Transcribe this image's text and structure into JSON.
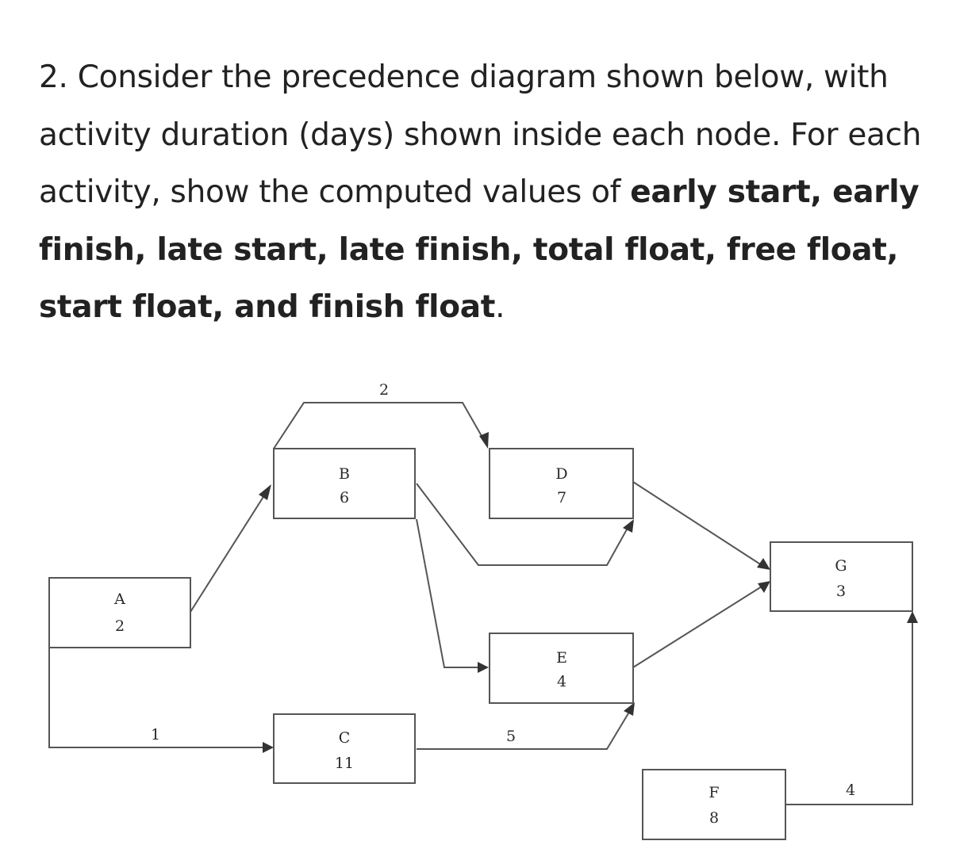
{
  "question": {
    "intro": "2. Consider the precedence diagram shown below, with activity duration (days) shown inside each node. For each activity, show the computed values of ",
    "bold_1": "early start, early finish, late start, late finish, total float, free float, start float, and finish float",
    "end": "."
  },
  "diagram": {
    "nodes": [
      {
        "id": "A",
        "label": "A",
        "duration": "2"
      },
      {
        "id": "B",
        "label": "B",
        "duration": "6"
      },
      {
        "id": "C",
        "label": "C",
        "duration": "11"
      },
      {
        "id": "D",
        "label": "D",
        "duration": "7"
      },
      {
        "id": "E",
        "label": "E",
        "duration": "4"
      },
      {
        "id": "F",
        "label": "F",
        "duration": "8"
      },
      {
        "id": "G",
        "label": "G",
        "duration": "3"
      }
    ],
    "links": [
      {
        "from": "A",
        "to": "B",
        "lag": ""
      },
      {
        "from": "A",
        "to": "C",
        "lag": "1"
      },
      {
        "from": "B",
        "to": "D",
        "lag": "2"
      },
      {
        "from": "B",
        "to": "D",
        "lag": ""
      },
      {
        "from": "B",
        "to": "E",
        "lag": ""
      },
      {
        "from": "C",
        "to": "E",
        "lag": "5"
      },
      {
        "from": "D",
        "to": "G",
        "lag": ""
      },
      {
        "from": "E",
        "to": "G",
        "lag": ""
      },
      {
        "from": "F",
        "to": "G",
        "lag": "4"
      }
    ]
  }
}
